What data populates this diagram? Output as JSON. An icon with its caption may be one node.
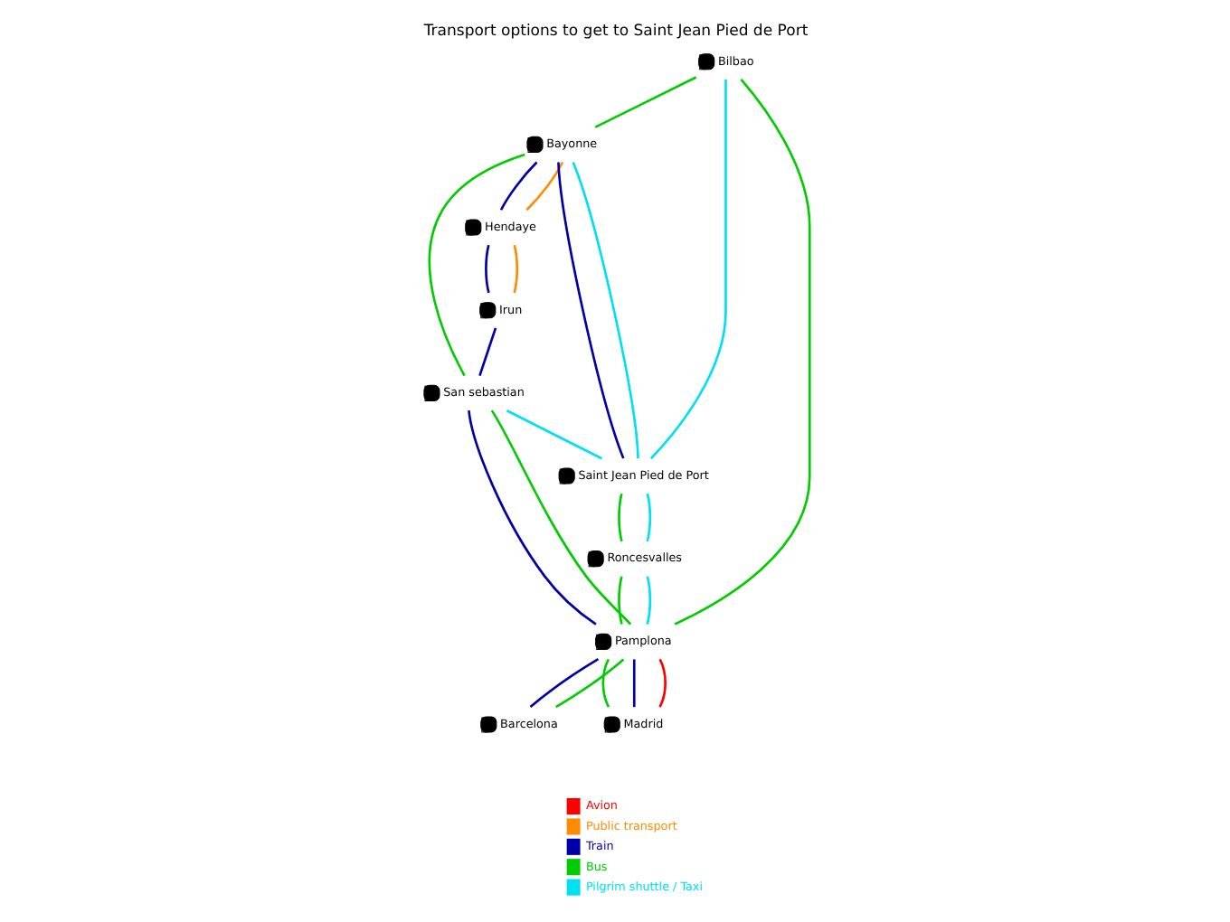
{
  "diagram": {
    "title": "Transport options to get to Saint Jean Pied de Port",
    "nodes": [
      {
        "text": [],
        "shape": "circle",
        "beside": [
          "Bayonne"
        ]
      },
      {
        "text": [],
        "shape": "circle",
        "beside": [
          "Hendaye"
        ]
      },
      {
        "text": [],
        "shape": "circle",
        "beside": [
          "Saint Jean Pied de Port"
        ]
      },
      {
        "text": [],
        "shape": "circle",
        "beside": [
          "Bilbao"
        ]
      },
      {
        "text": [],
        "shape": "circle",
        "beside": [
          "Irun"
        ]
      },
      {
        "text": [],
        "shape": "circle",
        "beside": [
          "San sebastian"
        ]
      },
      {
        "text": [],
        "shape": "circle",
        "beside": [
          "Roncesvalles"
        ]
      },
      {
        "text": [],
        "shape": "circle",
        "beside": [
          "Pamplona"
        ]
      },
      {
        "text": [],
        "shape": "circle",
        "beside": [
          "Barcelona"
        ]
      },
      {
        "text": [],
        "shape": "circle",
        "beside": [
          "Madrid"
        ]
      }
    ],
    "edges": [
      {
        "from": 0,
        "to": 2,
        "arrow": "none",
        "color": "#0000aa"
      },
      {
        "from": 0,
        "to": 2,
        "arrow": "none",
        "color": "#00e0f0"
      },
      {
        "from": 0,
        "to": 1,
        "arrow": "none",
        "color": "#0000aa"
      },
      {
        "from": 0,
        "to": 1,
        "arrow": "none",
        "color": "#ff8c00"
      },
      {
        "from": 1,
        "to": 4,
        "arrow": "none",
        "color": "#0000aa"
      },
      {
        "from": 1,
        "to": 4,
        "arrow": "none",
        "color": "#ff8c00"
      },
      {
        "from": 4,
        "to": 5,
        "arrow": "none",
        "color": "#0000aa"
      },
      {
        "from": 3,
        "to": 0,
        "arrow": "none",
        "color": "#00cc00"
      },
      {
        "from": 0,
        "to": 5,
        "arrow": "none",
        "color": "#00cc00"
      },
      {
        "from": 5,
        "to": 2,
        "arrow": "none",
        "color": "#00e0f0"
      },
      {
        "from": 3,
        "to": 2,
        "arrow": "none",
        "color": "#00e0f0"
      },
      {
        "from": 3,
        "to": 7,
        "arrow": "none",
        "color": "#00cc00"
      },
      {
        "from": 5,
        "to": 7,
        "arrow": "none",
        "color": "#0000aa"
      },
      {
        "from": 5,
        "to": 7,
        "arrow": "none",
        "color": "#00cc00"
      },
      {
        "from": 2,
        "to": 6,
        "arrow": "none",
        "color": "#00cc00"
      },
      {
        "from": 2,
        "to": 6,
        "arrow": "none",
        "color": "#00e0f0"
      },
      {
        "from": 6,
        "to": 7,
        "arrow": "none",
        "color": "#00cc00"
      },
      {
        "from": 6,
        "to": 7,
        "arrow": "none",
        "color": "#00e0f0"
      },
      {
        "from": 7,
        "to": 8,
        "arrow": "none",
        "color": "#0000aa"
      },
      {
        "from": 7,
        "to": 8,
        "arrow": "none",
        "color": "#00cc00"
      },
      {
        "from": 7,
        "to": 9,
        "arrow": "none",
        "color": "#00cc00"
      },
      {
        "from": 7,
        "to": 9,
        "arrow": "none",
        "color": "#0000aa"
      },
      {
        "from": 7,
        "to": 9,
        "arrow": "none",
        "color": "#ff0000"
      }
    ],
    "legend": [
      {
        "text": "Avion",
        "color": "#ff0000"
      },
      {
        "text": "Public transport",
        "color": "#ff8c00"
      },
      {
        "text": "Train",
        "color": "#0000aa"
      },
      {
        "text": "Bus",
        "color": "#00cc00"
      },
      {
        "text": "Pilgrim shuttle / Taxi",
        "color": "#00e0f0"
      }
    ]
  }
}
